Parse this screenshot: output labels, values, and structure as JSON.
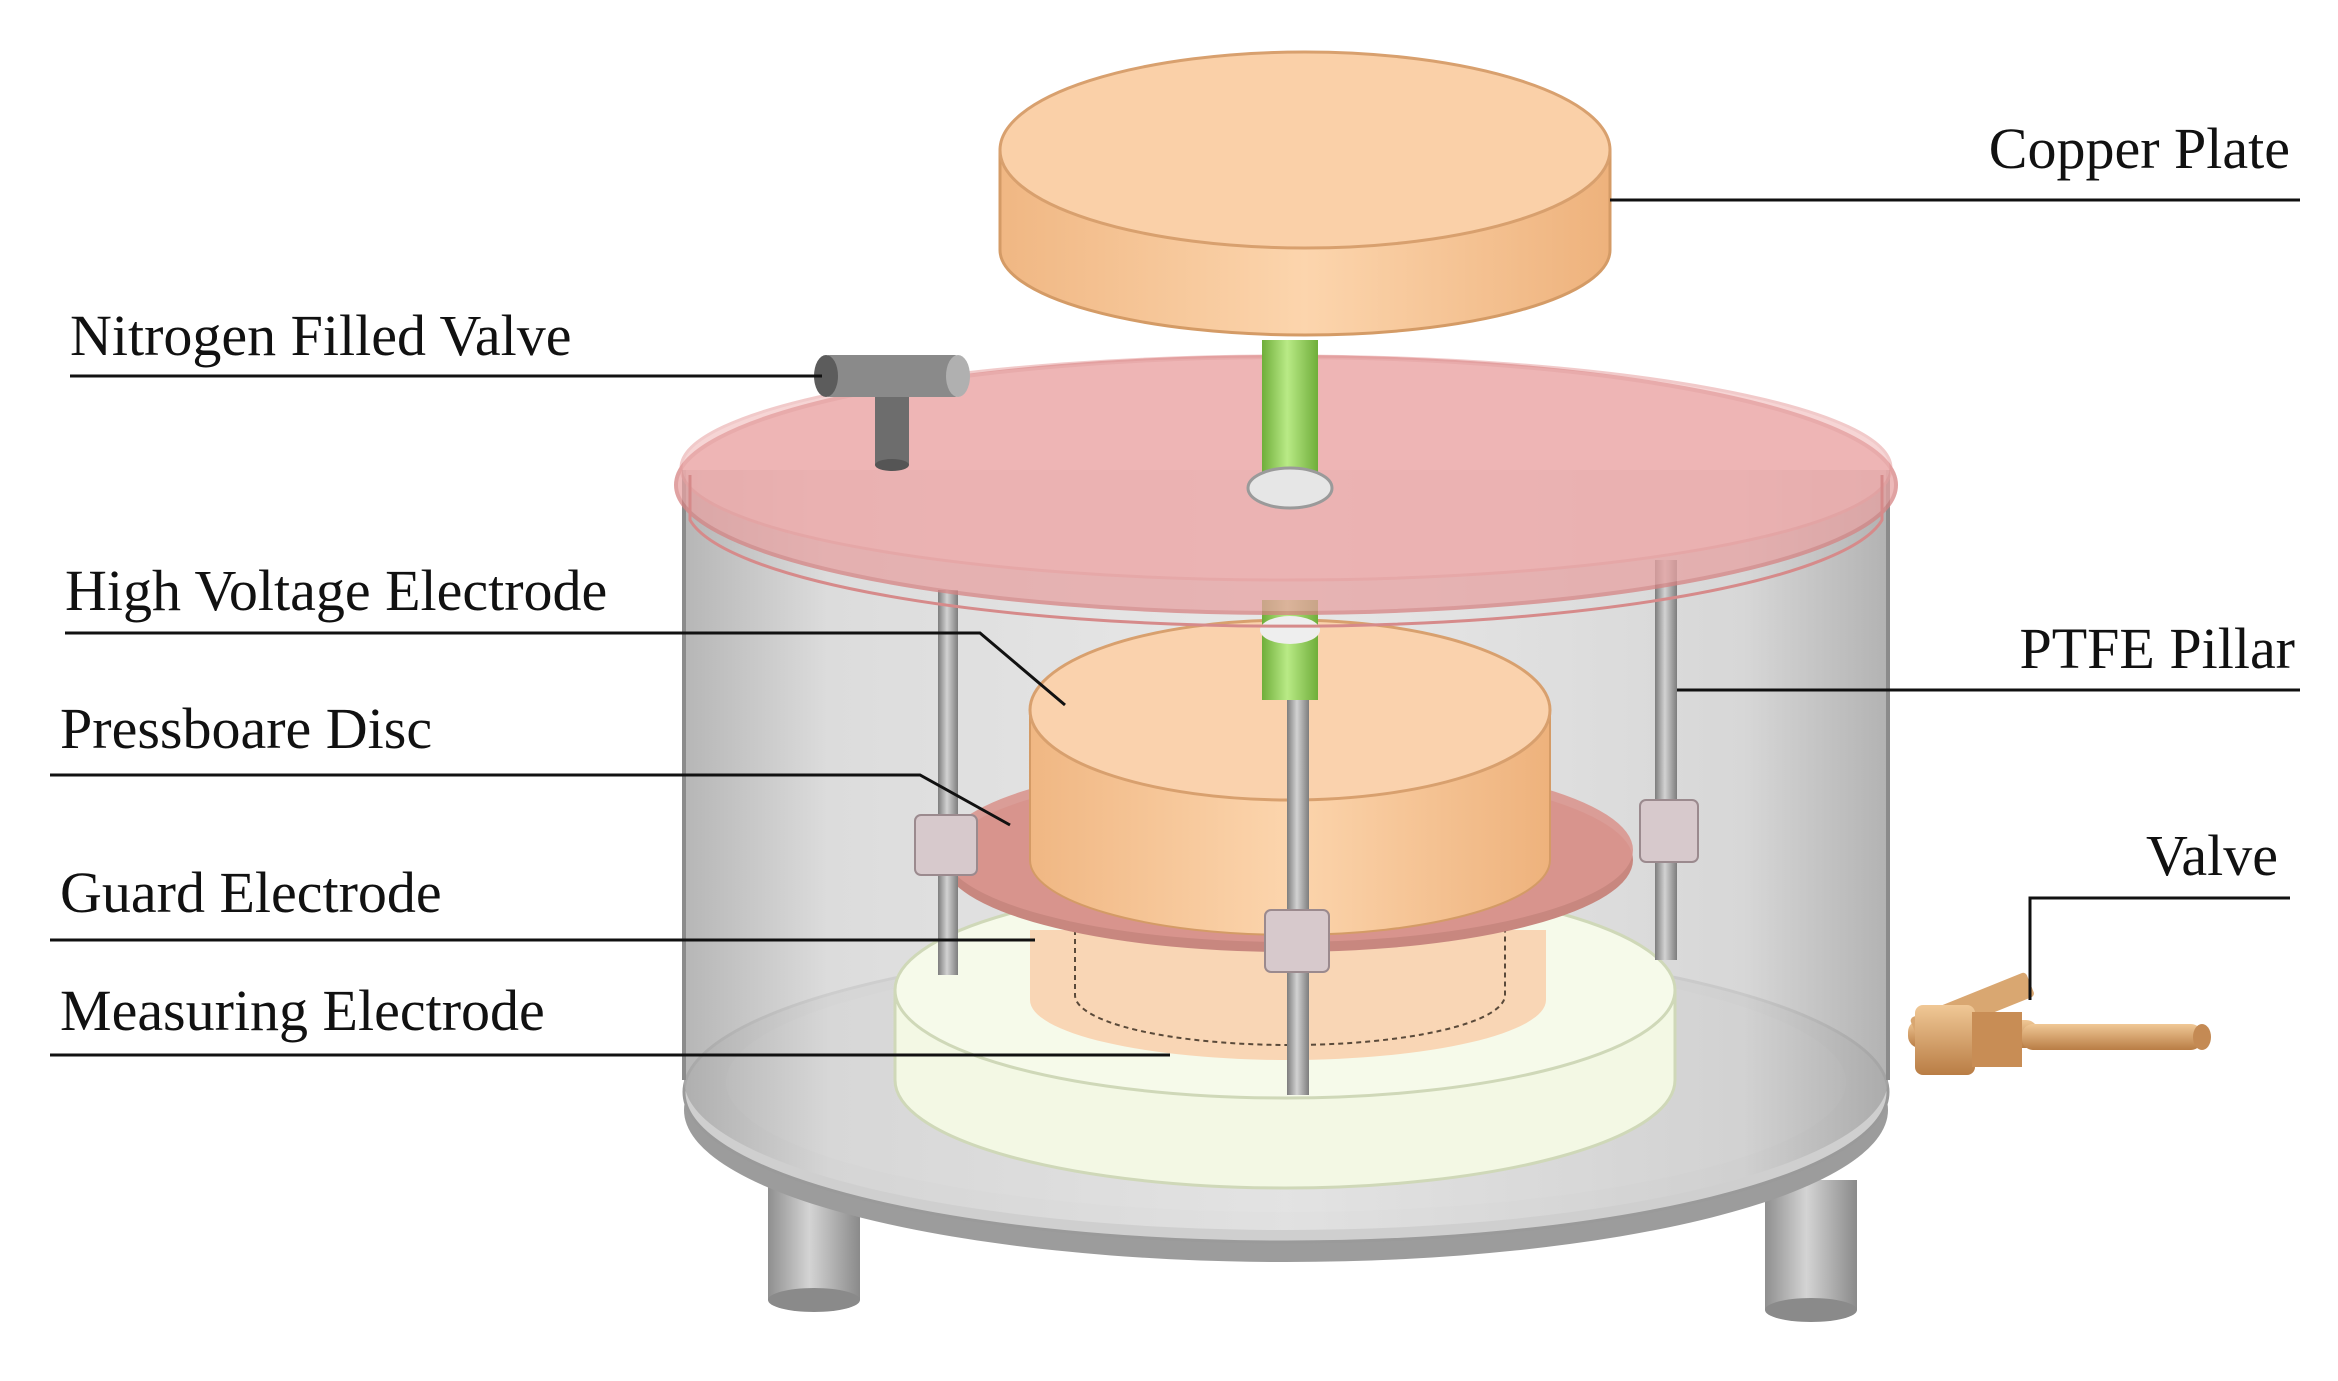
{
  "labels": {
    "copper_plate": "Copper Plate",
    "nitrogen_valve": "Nitrogen Filled Valve",
    "high_voltage_electrode": "High Voltage Electrode",
    "pressboard_disc": "Pressboare Disc",
    "guard_electrode": "Guard Electrode",
    "measuring_electrode": "Measuring Electrode",
    "ptfe_pillar": "PTFE Pillar",
    "valve": "Valve"
  },
  "colors": {
    "copper": "#f7c89a",
    "copper_dark": "#e0a877",
    "lid": "#e8a8a8",
    "lid_edge": "#d98c8c",
    "chamber": "#d9d9d9",
    "chamber_dark": "#b5b5b5",
    "rod": "#9fd36a",
    "pillar": "#aaaaaa",
    "insulator_base": "#f1f7dc",
    "brass": "#d8a56e"
  }
}
